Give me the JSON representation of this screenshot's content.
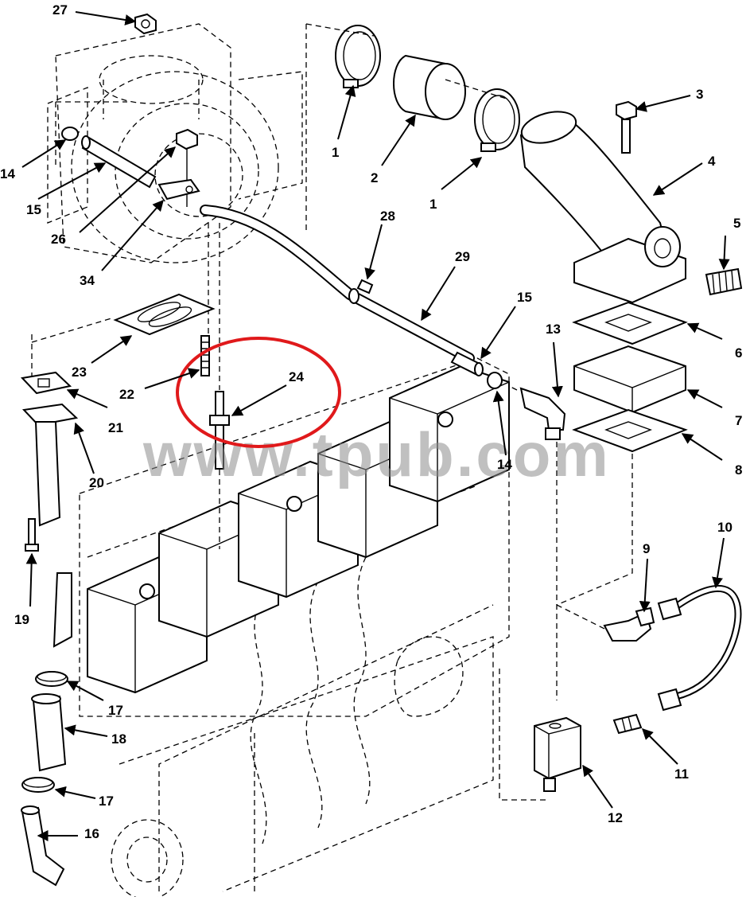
{
  "watermark": "www.tpub.com",
  "highlight_color": "#e0191b",
  "callouts": {
    "c1a": "1",
    "c1b": "1",
    "c2": "2",
    "c3": "3",
    "c4": "4",
    "c5": "5",
    "c6": "6",
    "c7": "7",
    "c8": "8",
    "c9": "9",
    "c10": "10",
    "c11": "11",
    "c12": "12",
    "c13": "13",
    "c14a": "14",
    "c14b": "14",
    "c15a": "15",
    "c15b": "15",
    "c16": "16",
    "c17a": "17",
    "c17b": "17",
    "c18": "18",
    "c19": "19",
    "c20": "20",
    "c21": "21",
    "c22": "22",
    "c23": "23",
    "c24": "24",
    "c26": "26",
    "c27": "27",
    "c28": "28",
    "c29": "29",
    "c34": "34"
  }
}
